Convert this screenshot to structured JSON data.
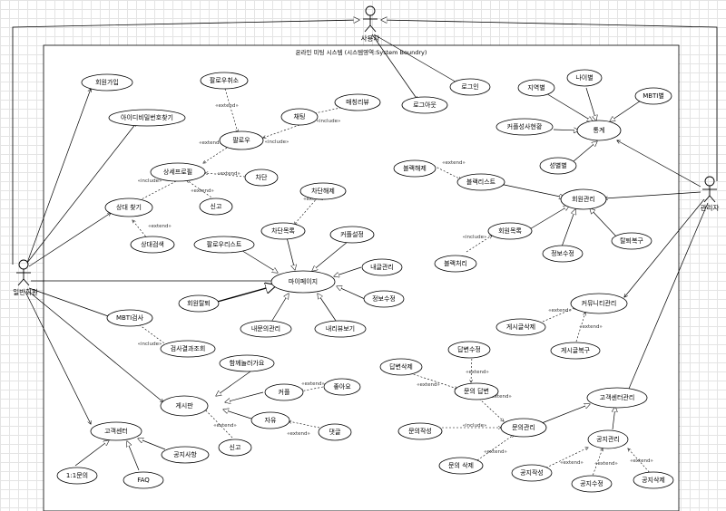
{
  "boundary": {
    "title": "온라인 미팅 시스템 (시스템영역:System Boundry)"
  },
  "actors": {
    "user": "사용자",
    "member": "일반회원",
    "admin": "관리자"
  },
  "use_cases": {
    "signup": "회원가입",
    "find_id_pw": "아이디비밀번호찾기",
    "login": "로그인",
    "logout": "로그아웃",
    "follow_cancel": "팔로우취소",
    "matching_review": "매칭리뷰",
    "chat": "채팅",
    "follow": "팔로우",
    "profile": "상세프로필",
    "block": "차단",
    "report1": "신고",
    "find_partner": "상대 찾기",
    "partner_search": "상대검색",
    "unblock": "차단해제",
    "block_list": "차단목록",
    "couple_set": "커플설정",
    "follow_list": "팔로우리스트",
    "mypage": "마이페이지",
    "my_info": "내글관리",
    "info_edit": "정보수정",
    "withdraw": "회원탈퇴",
    "my_inquiry": "내문의관리",
    "my_review": "내리뷰보기",
    "mbti_test": "MBTI검사",
    "result_view": "검사결과조회",
    "chat_box": "함께놀러가요",
    "board": "게시판",
    "couple": "커플",
    "like": "좋아요",
    "free": "자유",
    "comment": "댓글",
    "report2": "신고",
    "cs_center": "고객센터",
    "notice": "공지사항",
    "inquiry_1to1": "1:1문의",
    "faq": "FAQ",
    "region": "지역별",
    "age": "나이별",
    "mbti_stat": "MBTI별",
    "couple_stat": "커플성사현황",
    "stats": "통계",
    "gender": "성별별",
    "bl_release": "블랙해제",
    "blacklist": "블랙리스트",
    "member_mgmt": "회원관리",
    "member_list": "회원목록",
    "black_proc": "블랙처리",
    "info_edit2": "정보수정",
    "restore": "탈퇴복구",
    "community": "커뮤니티관리",
    "post_delete": "게시글삭제",
    "post_restore": "게시글복구",
    "answer_edit": "답변수정",
    "answer_delete": "답변삭제",
    "inquiry_answer": "문의 답변",
    "inquiry_write": "문의작성",
    "inquiry_mgmt": "문의관리",
    "inquiry_delete": "문의 삭제",
    "cs_mgmt": "고객센터관리",
    "notice_mgmt": "공지관리",
    "notice_write": "공지작성",
    "notice_edit": "공지수정",
    "notice_delete": "공지삭제"
  },
  "stereotypes": {
    "extend": "«extend»",
    "include": "«include»"
  }
}
